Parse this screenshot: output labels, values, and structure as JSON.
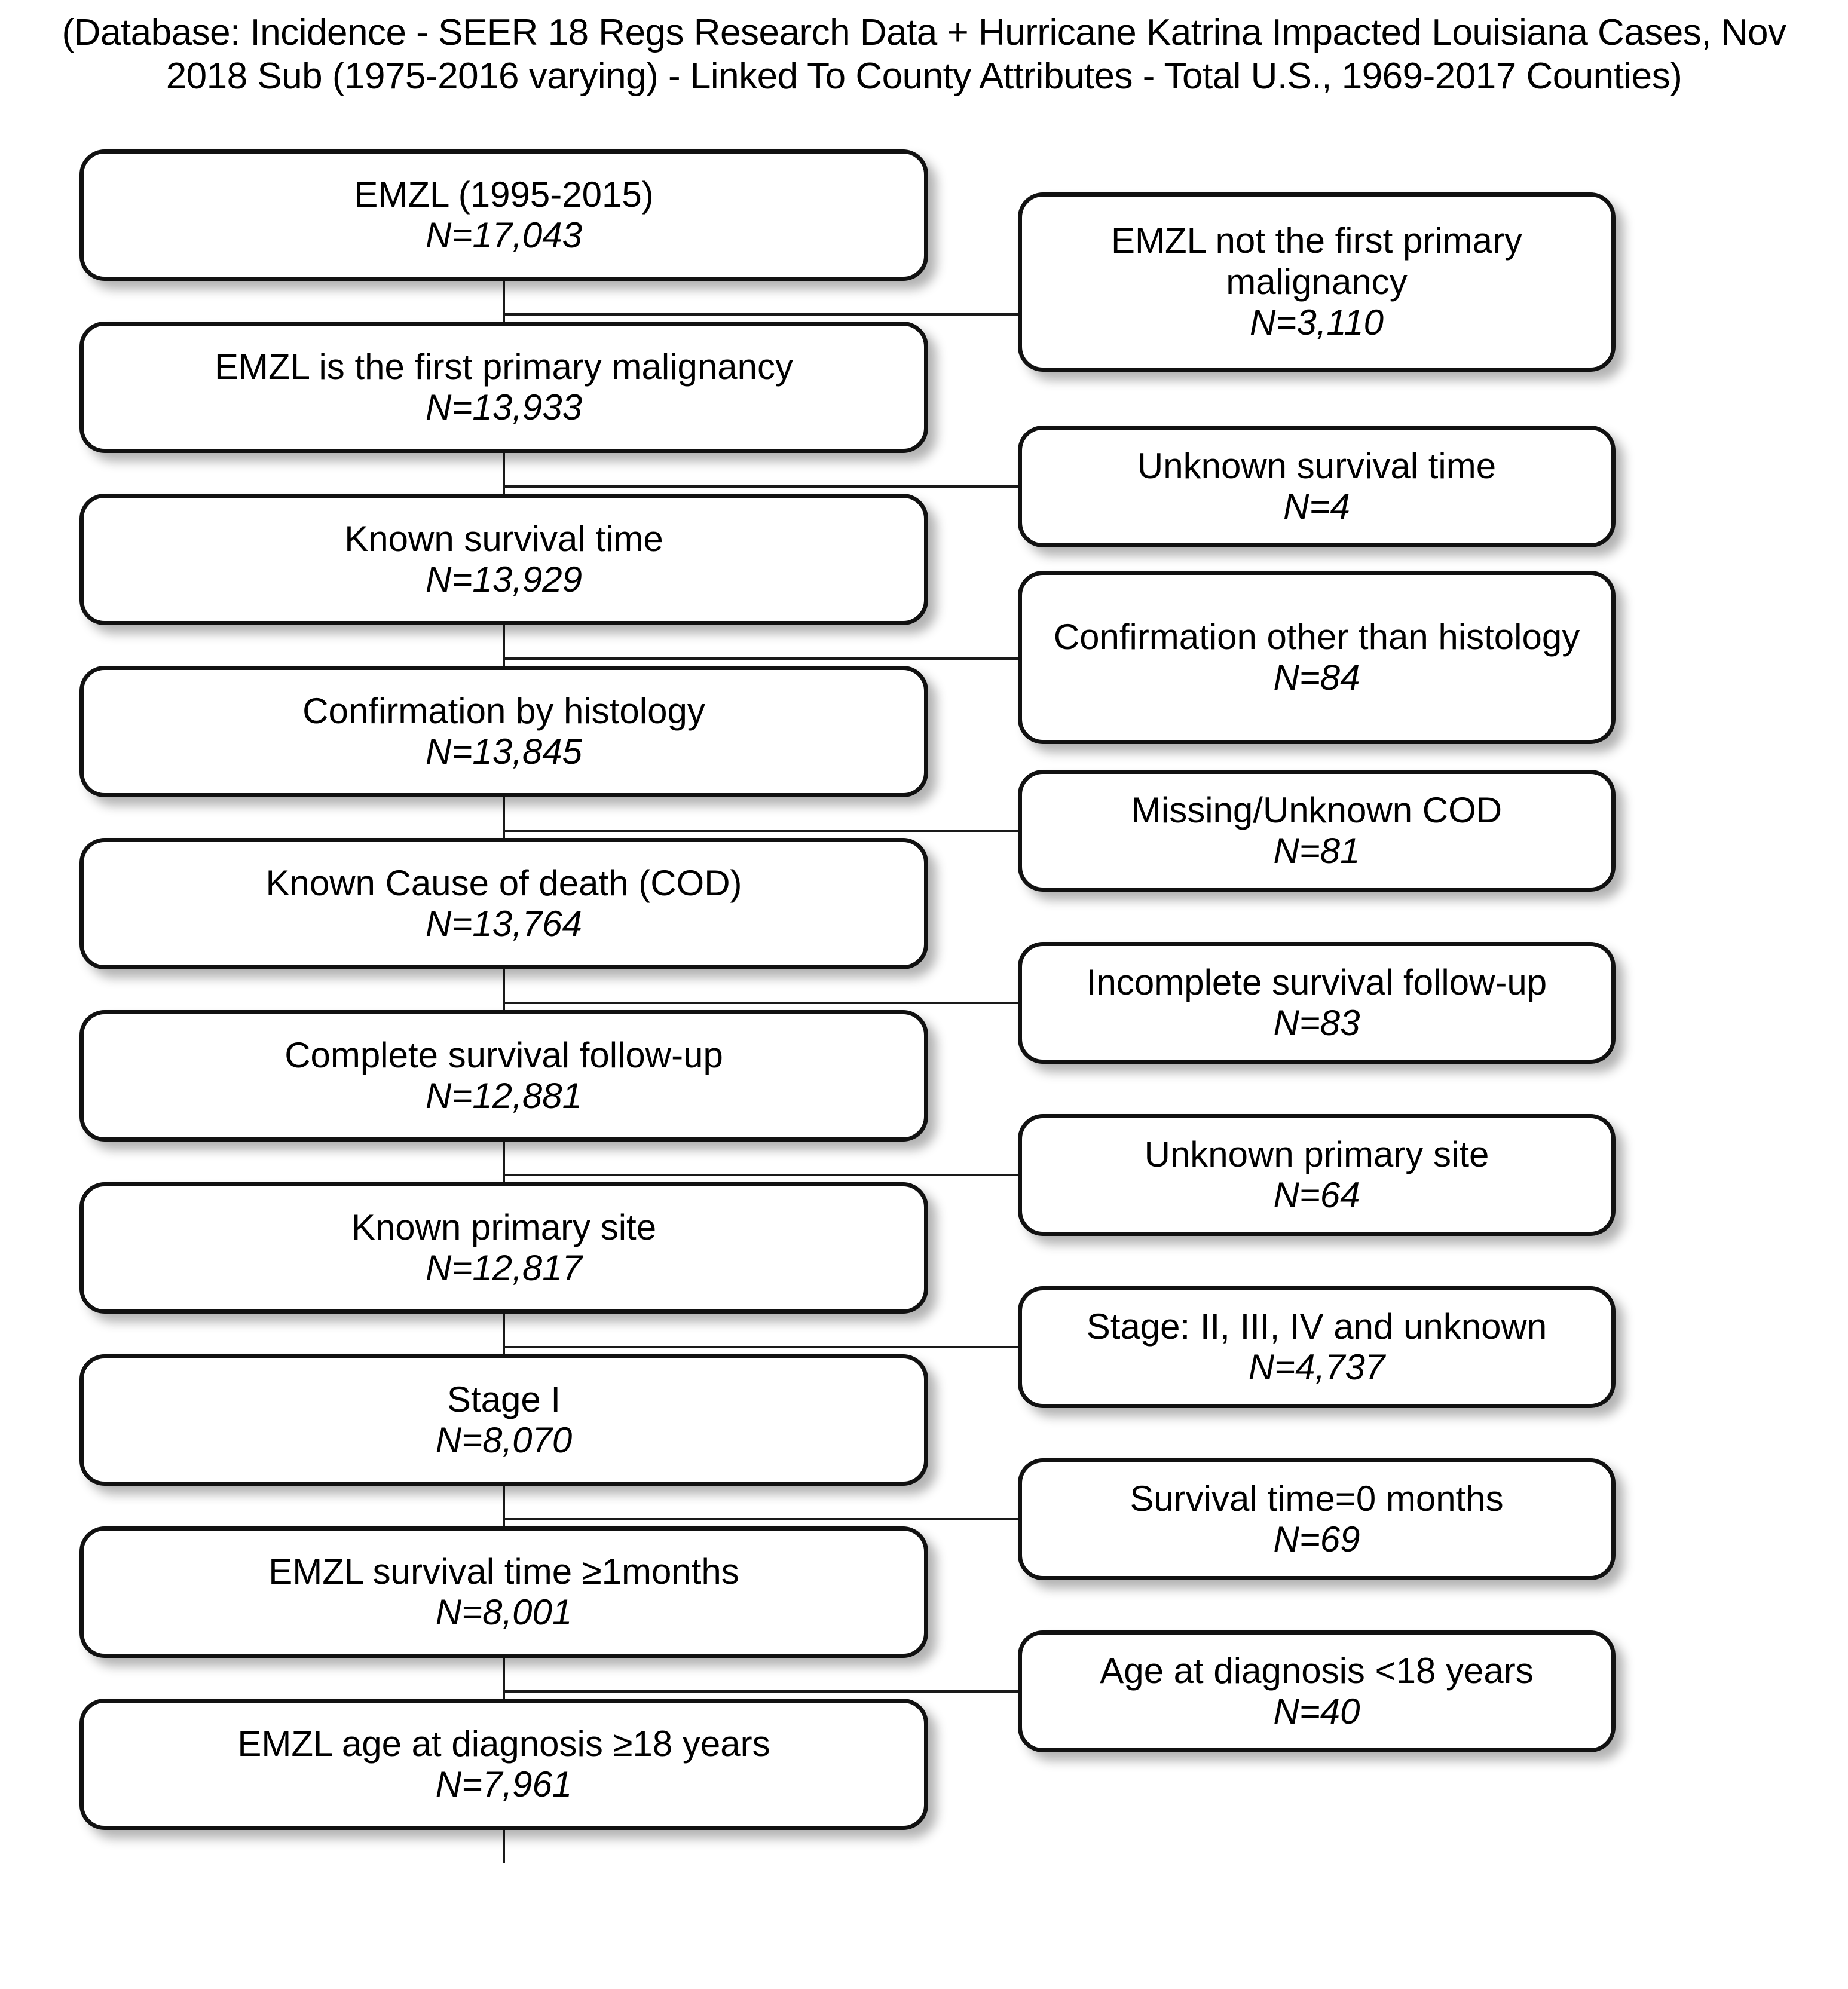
{
  "caption": {
    "text": "(Database: Incidence - SEER 18 Regs Research Data + Hurricane Katrina Impacted Louisiana Cases, Nov 2018 Sub (1975-2016 varying) - Linked To County Attributes - Total U.S., 1969-2017 Counties)"
  },
  "diagram_data": {
    "type": "flowchart",
    "orientation": "vertical-with-right-exclusions",
    "n_prefix": "N",
    "main_nodes": [
      {
        "id": "emzl-total",
        "label": "EMZL (1995-2015)",
        "n": "N=17,043"
      },
      {
        "id": "first-primary",
        "label": "EMZL is the first primary malignancy",
        "n": "N=13,933"
      },
      {
        "id": "known-survival",
        "label": "Known survival time",
        "n": "N=13,929"
      },
      {
        "id": "confirm-histology",
        "label": "Confirmation by histology",
        "n": "N=13,845"
      },
      {
        "id": "known-cod",
        "label": "Known Cause of death (COD)",
        "n": "N=13,764"
      },
      {
        "id": "complete-followup",
        "label": "Complete survival follow-up",
        "n": "N=12,881"
      },
      {
        "id": "known-site",
        "label": "Known primary site",
        "n": "N=12,817"
      },
      {
        "id": "stage-i",
        "label": "Stage I",
        "n": "N=8,070"
      },
      {
        "id": "survival-ge1",
        "label": "EMZL survival time ≥1months",
        "n": "N=8,001"
      },
      {
        "id": "age-ge18",
        "label": "EMZL age at diagnosis ≥18 years",
        "n": "N=7,961"
      }
    ],
    "exclusion_nodes": [
      {
        "id": "not-first-primary",
        "label": "EMZL not the first primary malignancy",
        "n": "N=3,110"
      },
      {
        "id": "unknown-survival",
        "label": "Unknown survival time",
        "n": "N=4"
      },
      {
        "id": "other-confirmation",
        "label": "Confirmation other than histology",
        "n": "N=84"
      },
      {
        "id": "missing-cod",
        "label": "Missing/Unknown COD",
        "n": "N=81"
      },
      {
        "id": "incomplete-followup",
        "label": "Incomplete survival follow-up",
        "n": "N=83"
      },
      {
        "id": "unknown-site",
        "label": "Unknown primary site",
        "n": "N=64"
      },
      {
        "id": "stage-other",
        "label": "Stage: II, III,  IV and unknown",
        "n": "N=4,737"
      },
      {
        "id": "survival-zero",
        "label": "Survival time=0 months",
        "n": "N=69"
      },
      {
        "id": "age-under18",
        "label": "Age at diagnosis <18 years",
        "n": "N=40"
      }
    ]
  },
  "colors": {
    "box_border": "#111111",
    "box_fill": "#ffffff",
    "connector": "#1a1a1a",
    "text": "#000000"
  }
}
